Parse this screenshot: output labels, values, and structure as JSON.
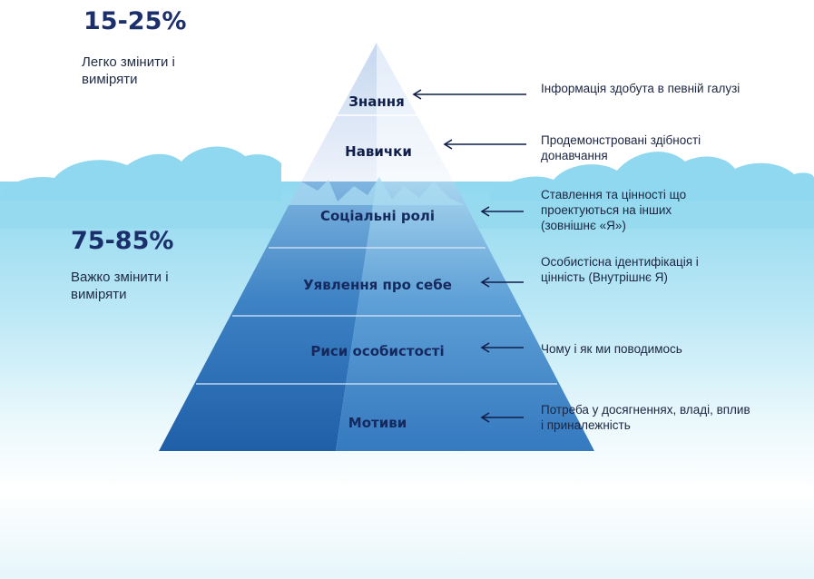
{
  "top_block": {
    "percent": "15-25%",
    "caption": "Легко змінити і виміряти"
  },
  "bottom_block": {
    "percent": "75-85%",
    "caption": "Важко змінити і виміряти"
  },
  "layers": [
    {
      "label": "Знання",
      "description": "Інформація здобута в певній галузі"
    },
    {
      "label": "Навички",
      "description": "Продемонстровані здібності донавчання"
    },
    {
      "label": "Соціальні ролі",
      "description": "Ставлення та цінності що проектуються на інших (зовнішнє «Я»)"
    },
    {
      "label": "Уявлення про себе",
      "description": "Особистісна ідентифікація і цінність (Внутрішнє Я)"
    },
    {
      "label": "Риси особистості",
      "description": "Чому і як ми поводимось"
    },
    {
      "label": "Мотиви",
      "description": "Потреба у досягненнях, владі, вплив і приналежність"
    }
  ],
  "colors": {
    "sky_water": "#7fd3ec",
    "water_deep": "#a9e2f2",
    "pyramid_dark": "#2b6fb4",
    "pyramid_light": "#4f90cf",
    "text_dark": "#1b2f6b"
  }
}
